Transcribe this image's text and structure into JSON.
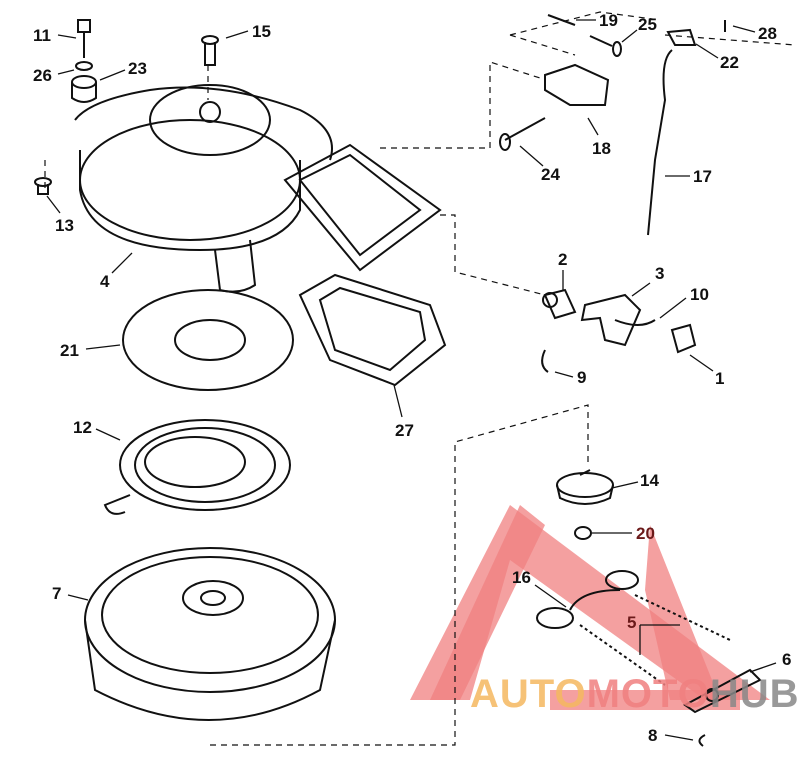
{
  "diagram": {
    "callouts": [
      "11",
      "15",
      "26",
      "23",
      "19",
      "25",
      "28",
      "22",
      "13",
      "18",
      "24",
      "17",
      "4",
      "2",
      "3",
      "10",
      "21",
      "9",
      "1",
      "12",
      "27",
      "14",
      "20",
      "7",
      "16",
      "5",
      "6",
      "8"
    ]
  },
  "watermark": {
    "part1": "AUTO",
    "part2": "MOTO",
    "part3": "HUB",
    "colors": {
      "part1": "#f5b860",
      "part2": "#f08080",
      "part3": "#888888",
      "triangle": "#f08080"
    }
  }
}
